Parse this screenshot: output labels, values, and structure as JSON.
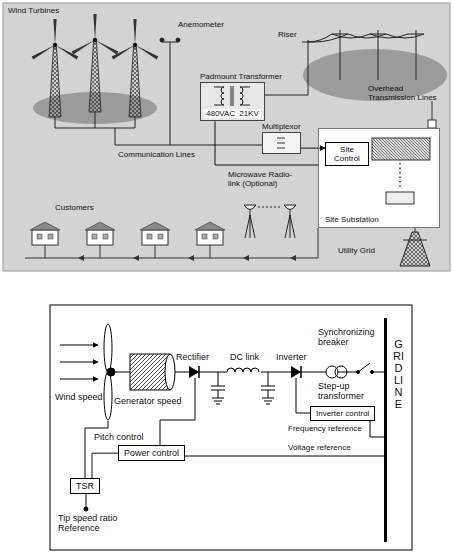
{
  "diagram": {
    "nodes": [
      {
        "text": [
          "Padmount Transformer",
          "480VAC",
          "21KV"
        ]
      },
      {
        "text": [
          "Multiplexor"
        ]
      },
      {
        "text": [
          "Site Substation"
        ]
      },
      {
        "text": [
          "Site Control"
        ],
        "in": 2
      },
      {
        "text": [
          "Power control"
        ]
      },
      {
        "text": [
          "Inverter control"
        ]
      },
      {
        "text": [
          "TSR"
        ]
      }
    ],
    "edges": [
      {
        "from": 1,
        "to": 3,
        "arrow": "to"
      },
      {
        "from": 0,
        "to": 2,
        "arrow": "none"
      },
      {
        "from": 4,
        "to": 6,
        "arrow": "none"
      }
    ],
    "labels": [
      "Wind Turbines",
      "Anemometer",
      "Riser",
      "Overhead Transmission Lines",
      "Communication Lines",
      "Microwave Radio-link (Optional)",
      "Customers",
      "Utility Grid",
      "Wind speed",
      "Generator speed",
      "Rectifier",
      "DC link",
      "Inverter",
      "Step-up transformer",
      "Synchronizing breaker",
      "GRID LINE",
      "Pitch control",
      "Tip speed ratio Reference",
      "Frequency reference",
      "Voltage reference"
    ]
  }
}
